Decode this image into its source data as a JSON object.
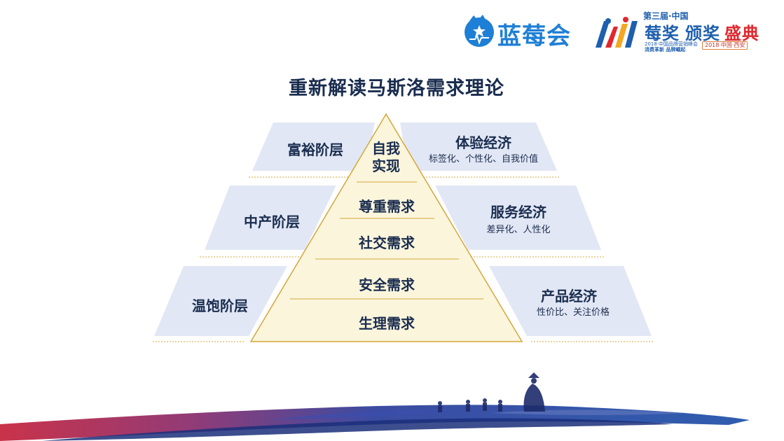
{
  "brand": {
    "name": "蓝莓会"
  },
  "award": {
    "top": "第三届·中国",
    "main_a": "莓奖",
    "main_b": "颁奖",
    "main_c": "盛典",
    "sub": "2018·中国品牌营销峰会",
    "slogan": "消费革新 品牌崛起",
    "tag": "2018·中国·西安"
  },
  "title": "重新解读马斯洛需求理论",
  "pyramid": {
    "levels": [
      "自我\n实现",
      "尊重需求",
      "社交需求",
      "安全需求",
      "生理需求"
    ]
  },
  "left_panels": [
    {
      "label": "富裕阶层"
    },
    {
      "label": "中产阶层"
    },
    {
      "label": "温饱阶层"
    }
  ],
  "right_panels": [
    {
      "title": "体验经济",
      "sub": "标签化、个性化、自我价值"
    },
    {
      "title": "服务经济",
      "sub": "差异化、人性化"
    },
    {
      "title": "产品经济",
      "sub": "性价比、关注价格"
    }
  ],
  "colors": {
    "panel": "#e2e7f5",
    "pyramid_fill": "#fbf5dc",
    "pyramid_line": "#d4a73a",
    "text": "#1a2d4f",
    "brand": "#1e7fd6"
  }
}
